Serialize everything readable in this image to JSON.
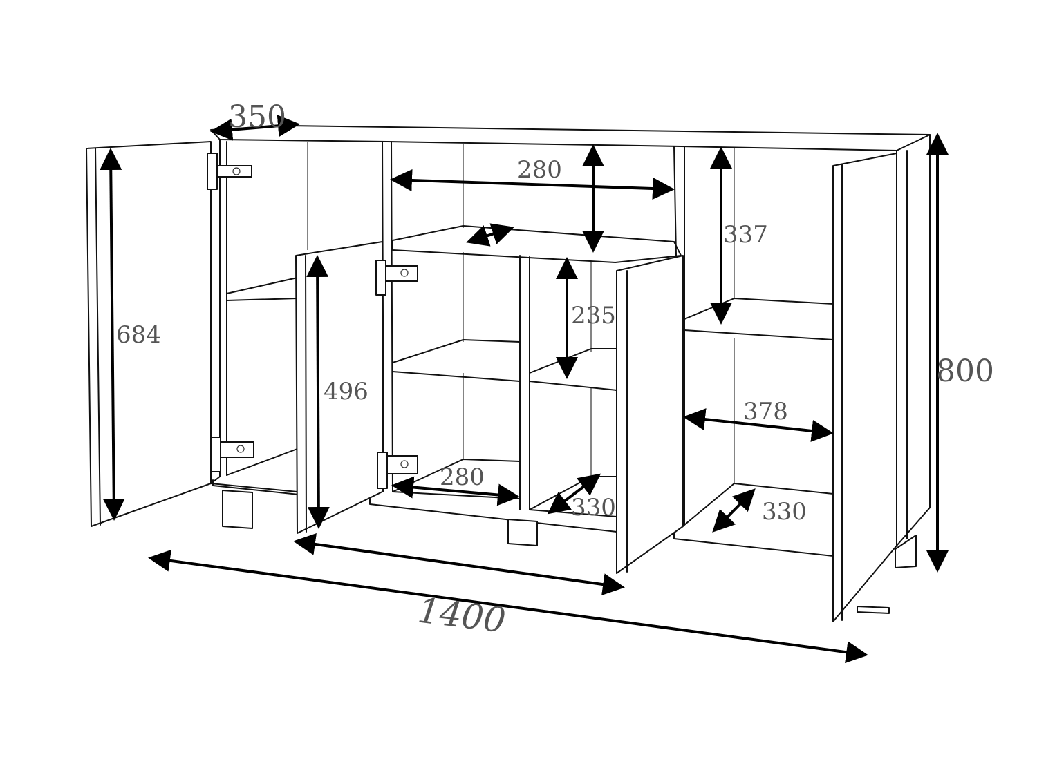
{
  "dimensions": {
    "depth": "350",
    "top_shelf_width": "280",
    "right_top_height": "337",
    "door_left_height": "684",
    "middle_upper_height": "235",
    "door_middle_height": "496",
    "total_height": "800",
    "right_width": "378",
    "bottom_shelf_width": "280",
    "middle_depth": "330",
    "right_depth": "330",
    "total_width": "1400"
  },
  "colors": {
    "line": "#111111",
    "arrow": "#000000",
    "label": "#555555"
  }
}
